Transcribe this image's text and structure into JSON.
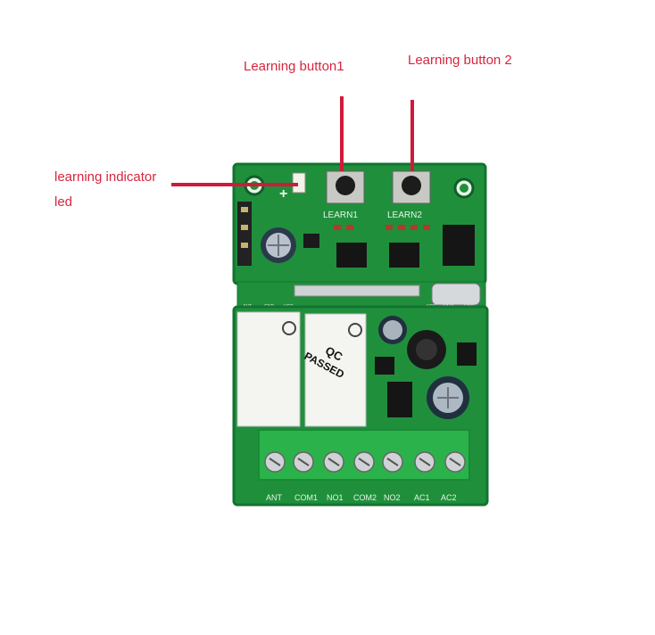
{
  "annotations": {
    "learning_button_1": "Learning button1",
    "learning_button_2": "Learning button 2",
    "indicator_line1": "learning indicator",
    "indicator_line2": "led"
  },
  "board": {
    "learn1": "LEARN1",
    "learn2": "LEARN2",
    "header_pins": [
      "ANT",
      "GND",
      "VCC"
    ],
    "module_pins": [
      "VCC",
      "DATA",
      "GND"
    ],
    "qc_line1": "QC",
    "qc_line2": "PASSED",
    "terminals": [
      "ANT",
      "COM1",
      "NO1",
      "COM2",
      "NO2",
      "AC1",
      "AC2"
    ]
  },
  "colors": {
    "annotation": "#d8253d",
    "pcb": "#1f8f3c",
    "pcb_dark": "#137330",
    "silkscreen": "#e8f5e6"
  }
}
